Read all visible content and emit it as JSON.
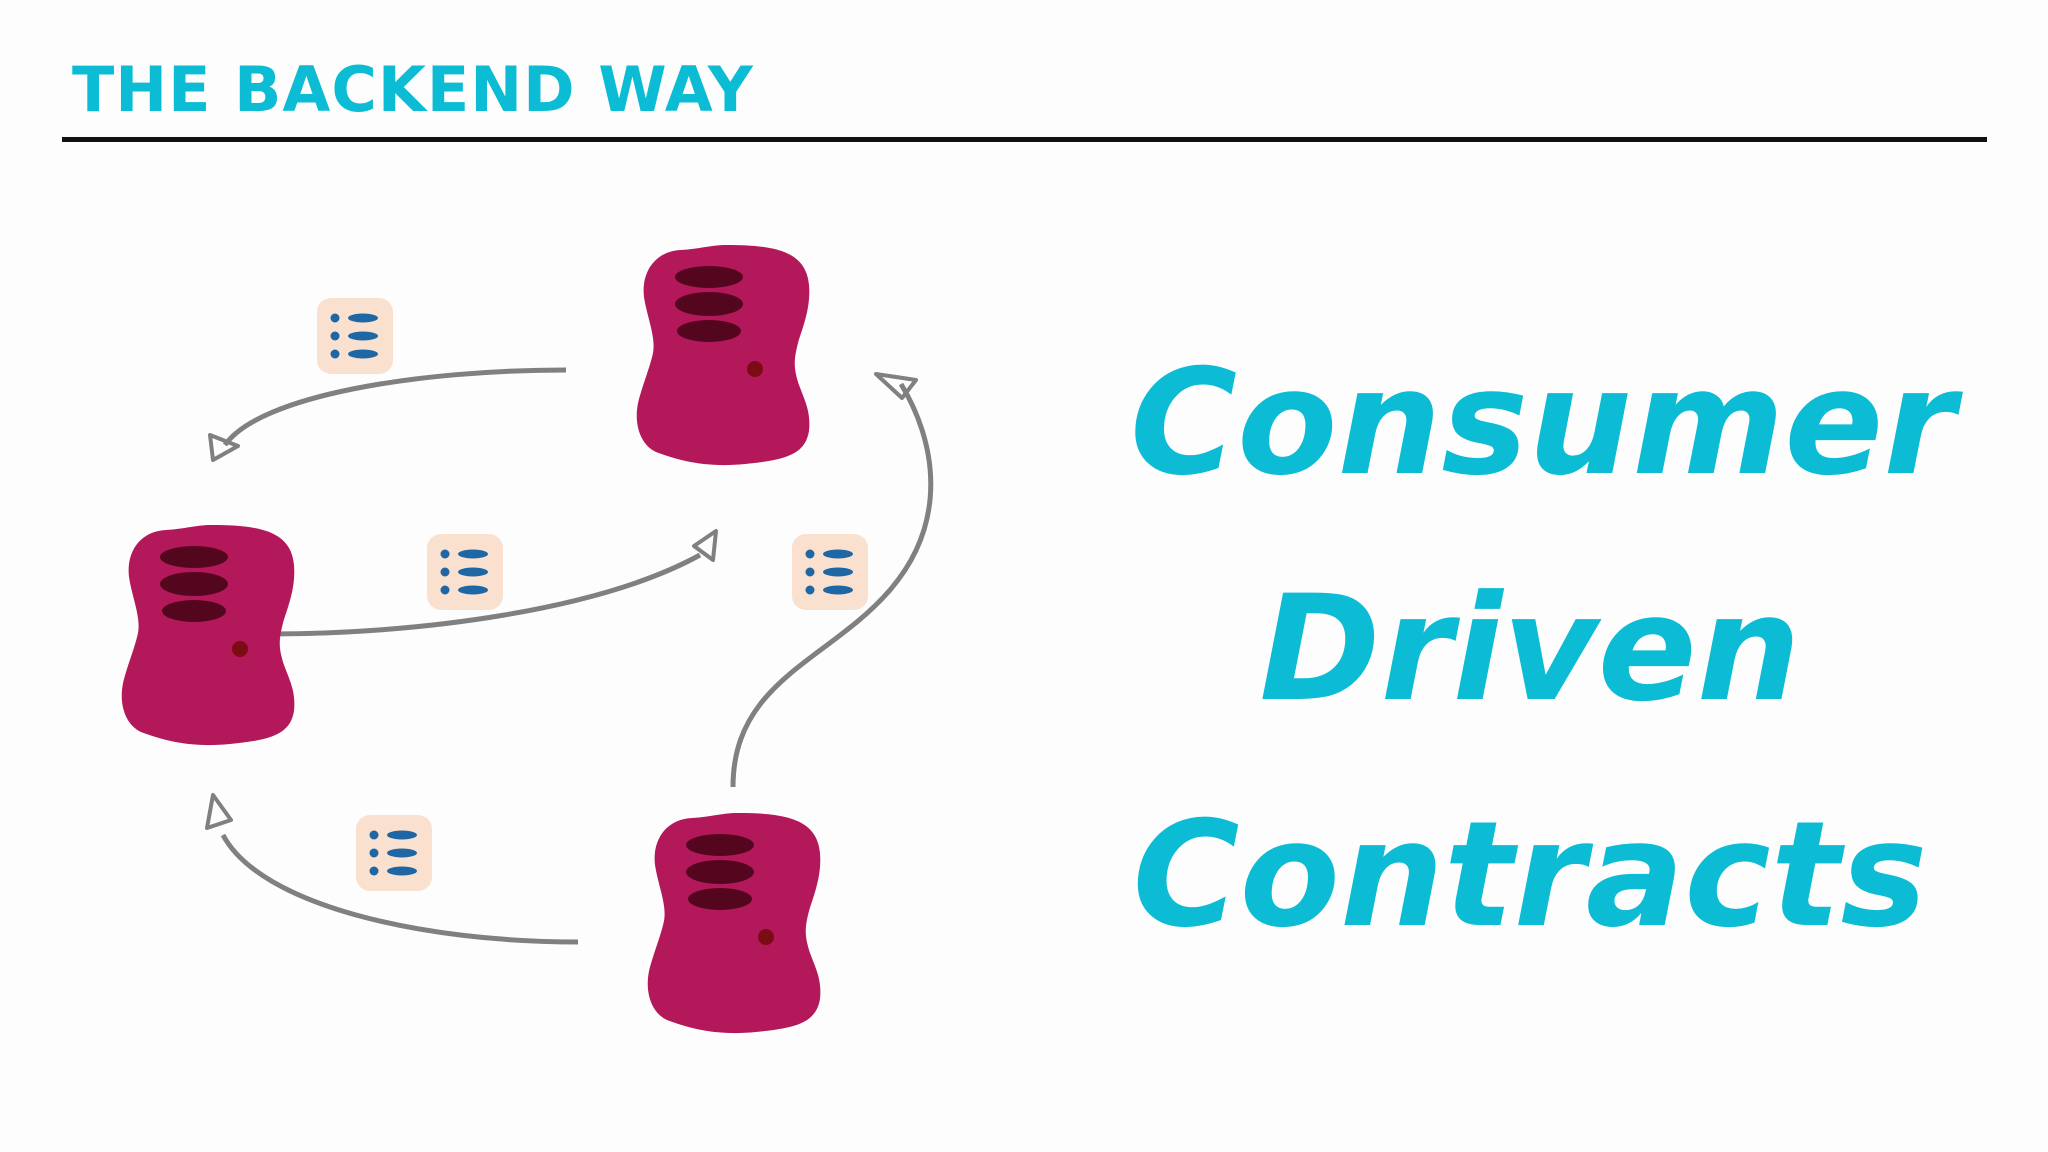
{
  "slide": {
    "section_title": "THE BACKEND WAY",
    "headline": [
      "Consumer",
      "Driven",
      "Contracts"
    ]
  },
  "diagram": {
    "nodes": [
      "service-left",
      "service-top",
      "service-bottom"
    ],
    "contracts": 4,
    "colors": {
      "server_body": "#b3185a",
      "server_slot": "#55061f",
      "server_led": "#7c0c14",
      "arrow": "#808080",
      "contract_card": "#fae0cf",
      "contract_list": "#1e67a4",
      "accent": "#0bbcd4"
    },
    "icons": [
      "server-icon",
      "contract-document-icon",
      "arrow-icon"
    ]
  }
}
